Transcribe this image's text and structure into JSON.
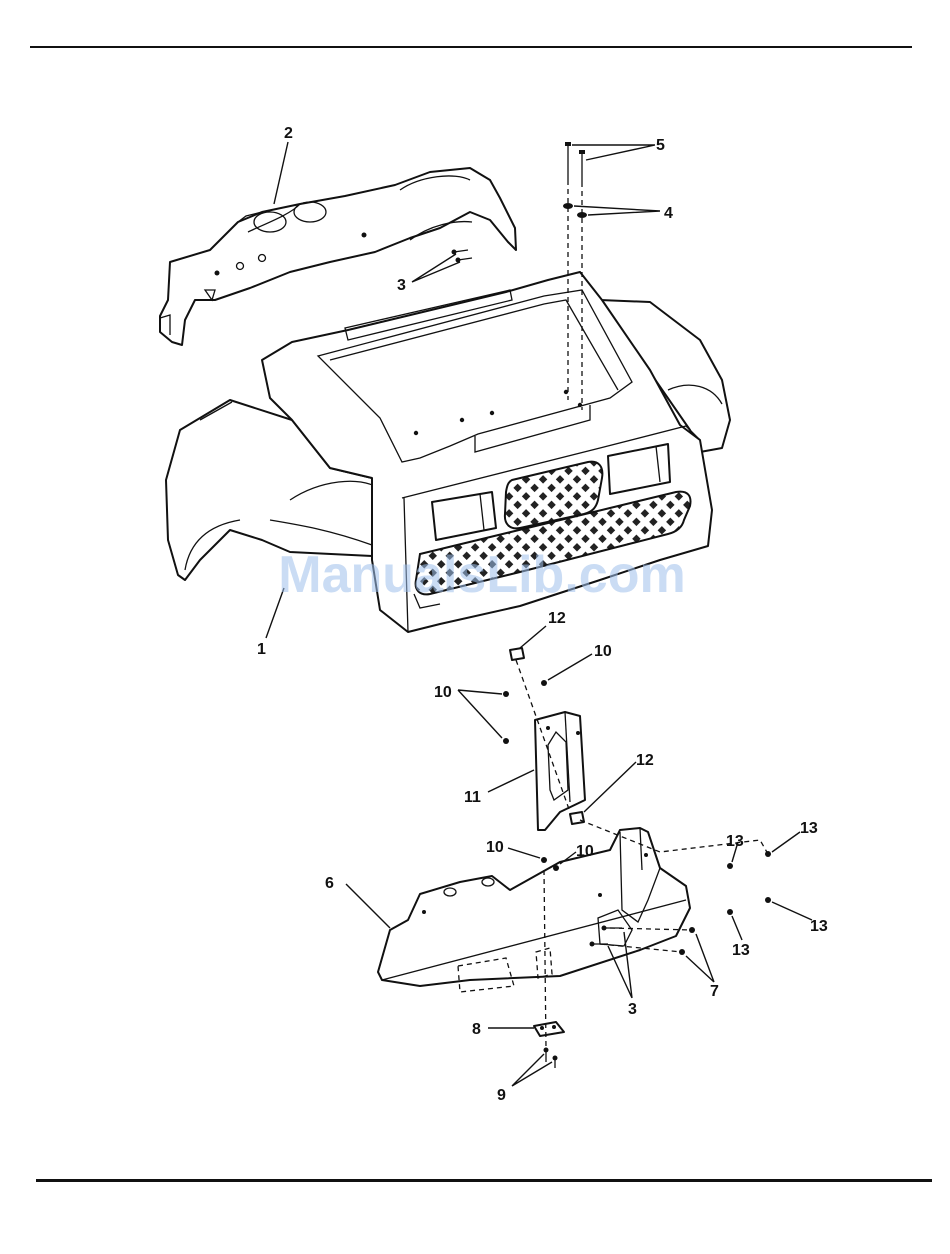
{
  "watermark": "ManualsLib.com",
  "callouts": [
    {
      "id": "c1",
      "label": "1"
    },
    {
      "id": "c2",
      "label": "2"
    },
    {
      "id": "c3a",
      "label": "3"
    },
    {
      "id": "c3b",
      "label": "3"
    },
    {
      "id": "c4",
      "label": "4"
    },
    {
      "id": "c5",
      "label": "5"
    },
    {
      "id": "c6",
      "label": "6"
    },
    {
      "id": "c7",
      "label": "7"
    },
    {
      "id": "c8",
      "label": "8"
    },
    {
      "id": "c9",
      "label": "9"
    },
    {
      "id": "c10a",
      "label": "10"
    },
    {
      "id": "c10b",
      "label": "10"
    },
    {
      "id": "c10c",
      "label": "10"
    },
    {
      "id": "c10d",
      "label": "10"
    },
    {
      "id": "c11",
      "label": "11"
    },
    {
      "id": "c12a",
      "label": "12"
    },
    {
      "id": "c12b",
      "label": "12"
    },
    {
      "id": "c13a",
      "label": "13"
    },
    {
      "id": "c13b",
      "label": "13"
    },
    {
      "id": "c13c",
      "label": "13"
    },
    {
      "id": "c13d",
      "label": "13"
    }
  ]
}
